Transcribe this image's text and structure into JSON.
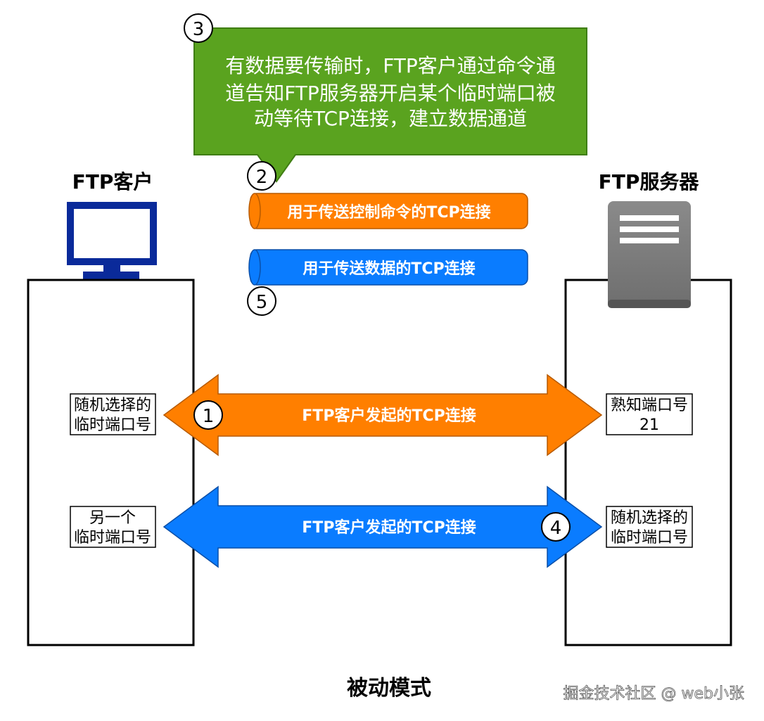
{
  "client": {
    "title": "FTP客户",
    "port_random_line1": "随机选择的",
    "port_random_line2": "临时端口号",
    "port_other_line1": "另一个",
    "port_other_line2": "临时端口号"
  },
  "server": {
    "title": "FTP服务器",
    "port_known_line1": "熟知端口号",
    "port_known_line2": "21",
    "port_random_line1": "随机选择的",
    "port_random_line2": "临时端口号"
  },
  "callout": {
    "number": "3",
    "line1": "有数据要传输时，FTP客户通过命令通",
    "line2": "道告知FTP服务器开启某个临时端口被",
    "line3": "动等待TCP连接，建立数据通道"
  },
  "pipes": {
    "control": {
      "number": "2",
      "label": "用于传送控制命令的TCP连接"
    },
    "data": {
      "number": "5",
      "label": "用于传送数据的TCP连接"
    }
  },
  "arrows": {
    "control_conn": {
      "number": "1",
      "label": "FTP客户发起的TCP连接"
    },
    "data_conn": {
      "number": "4",
      "label": "FTP客户发起的TCP连接"
    }
  },
  "caption": "被动模式",
  "watermark": "掘金技术社区 @ web小张",
  "colors": {
    "orange": "#ff7f00",
    "blue": "#0a7cff",
    "green": "#5aa31f",
    "navy": "#0a2a9a",
    "server_gray": "#7a7a7a"
  }
}
